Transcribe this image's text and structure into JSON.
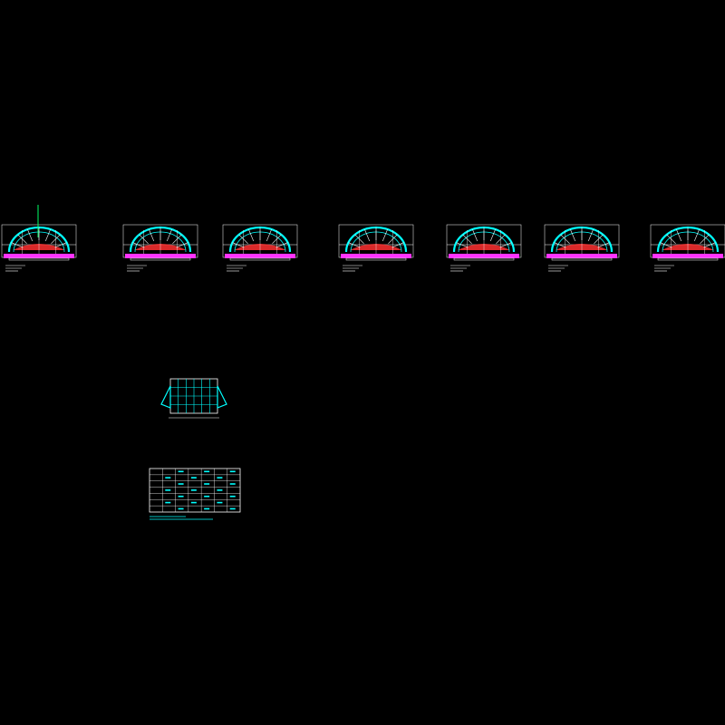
{
  "drawing": {
    "background_color": "#000000",
    "colors": {
      "arch_outline": "#00ffff",
      "frame_outline": "#ffffff",
      "rock_fill": "#ff3030",
      "base_strip": "#ff33ff",
      "axis_marker": "#00ff66",
      "table_lines": "#ffffff",
      "table_text": "#00ffff"
    },
    "title": ""
  },
  "sections": [
    {
      "id": "section-1",
      "has_axis_marker": true
    },
    {
      "id": "section-2",
      "has_axis_marker": false
    },
    {
      "id": "section-3",
      "has_axis_marker": false
    },
    {
      "id": "section-4",
      "has_axis_marker": false
    },
    {
      "id": "section-5",
      "has_axis_marker": false
    },
    {
      "id": "section-6",
      "has_axis_marker": false
    },
    {
      "id": "section-7",
      "has_axis_marker": false
    }
  ],
  "plan_view": {
    "id": "plan-view"
  },
  "schedule_table": {
    "id": "schedule-table",
    "rows": 7,
    "cols": 7
  }
}
